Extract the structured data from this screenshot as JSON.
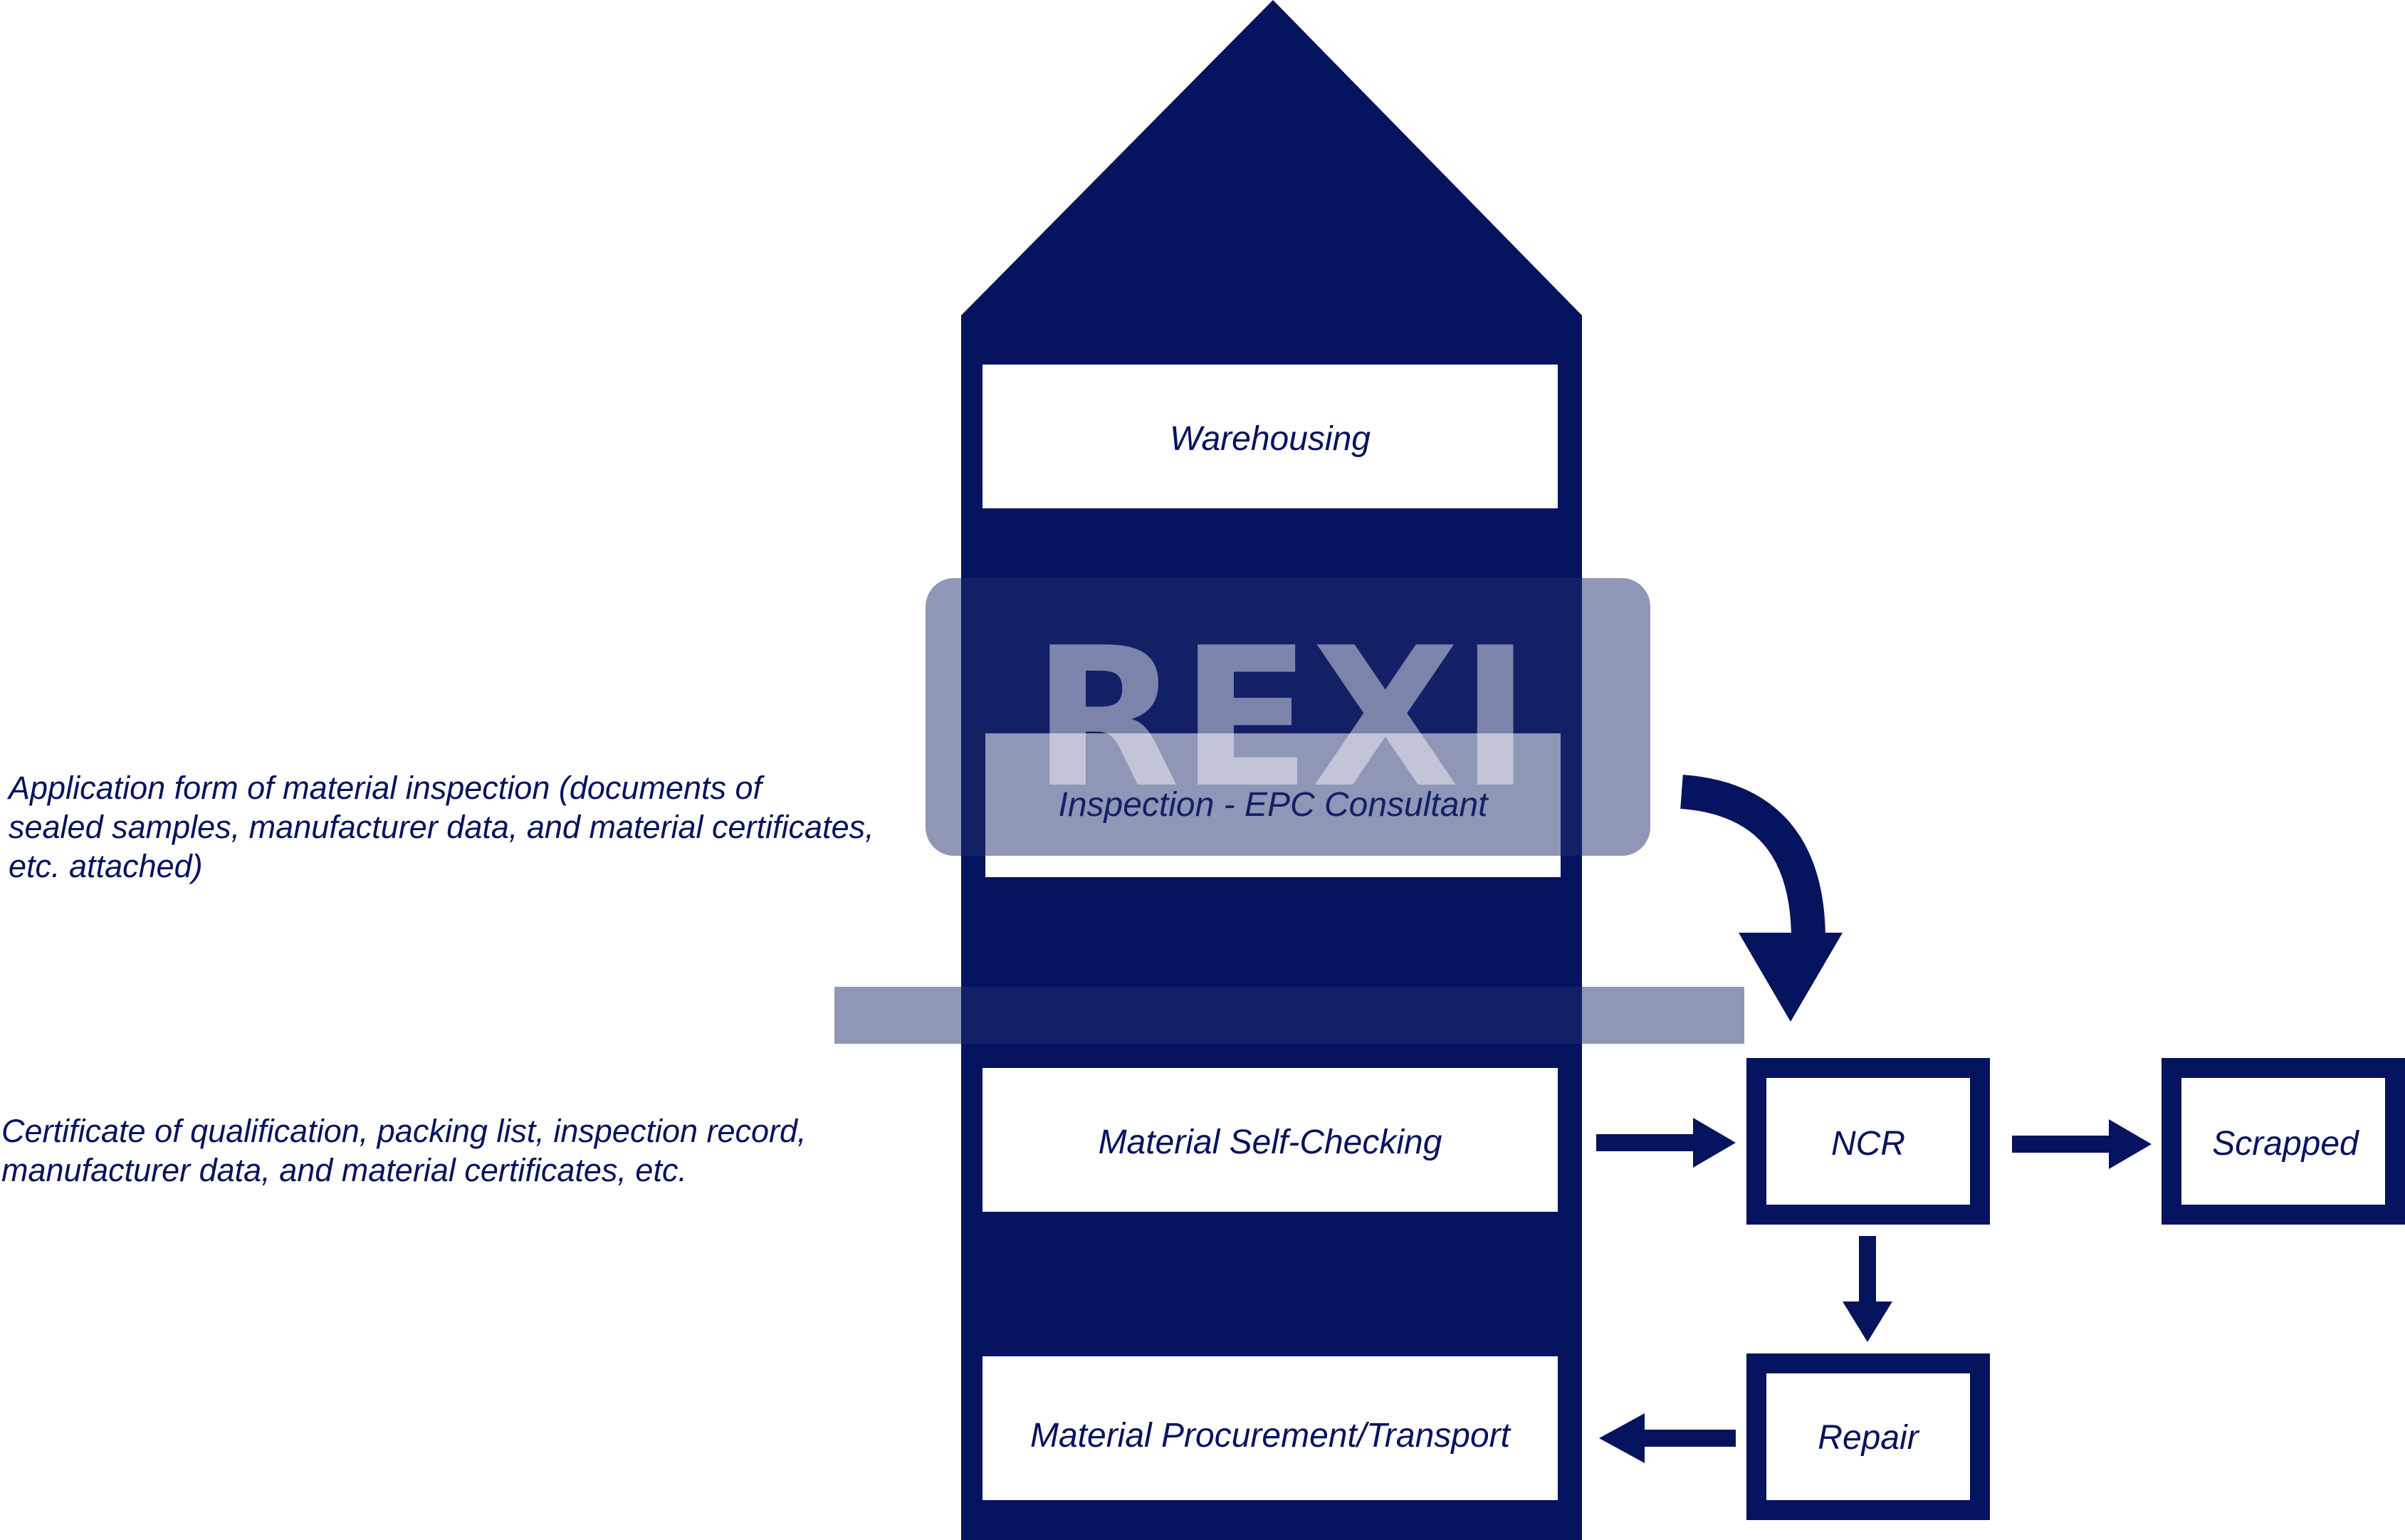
{
  "colors": {
    "primary": "#06135e",
    "background": "#ffffff",
    "watermark": "#1f2d6e"
  },
  "stages": {
    "warehousing": "Warehousing",
    "inspection": "Inspection - EPC Consultant",
    "self_checking": "Material Self-Checking",
    "procurement": "Material Procurement/Transport"
  },
  "outcomes": {
    "ncr": "NCR",
    "scrapped": "Scrapped",
    "repair": "Repair"
  },
  "notes": {
    "inspection_docs": [
      "Application form of material inspection (documents of",
      "sealed samples, manufacturer data, and material certificates,",
      "etc. attached)"
    ],
    "self_check_docs": [
      "Certificate of qualification, packing list, inspection record,",
      "manufacturer data, and material certificates, etc."
    ]
  },
  "watermark": {
    "text": "REXI"
  }
}
